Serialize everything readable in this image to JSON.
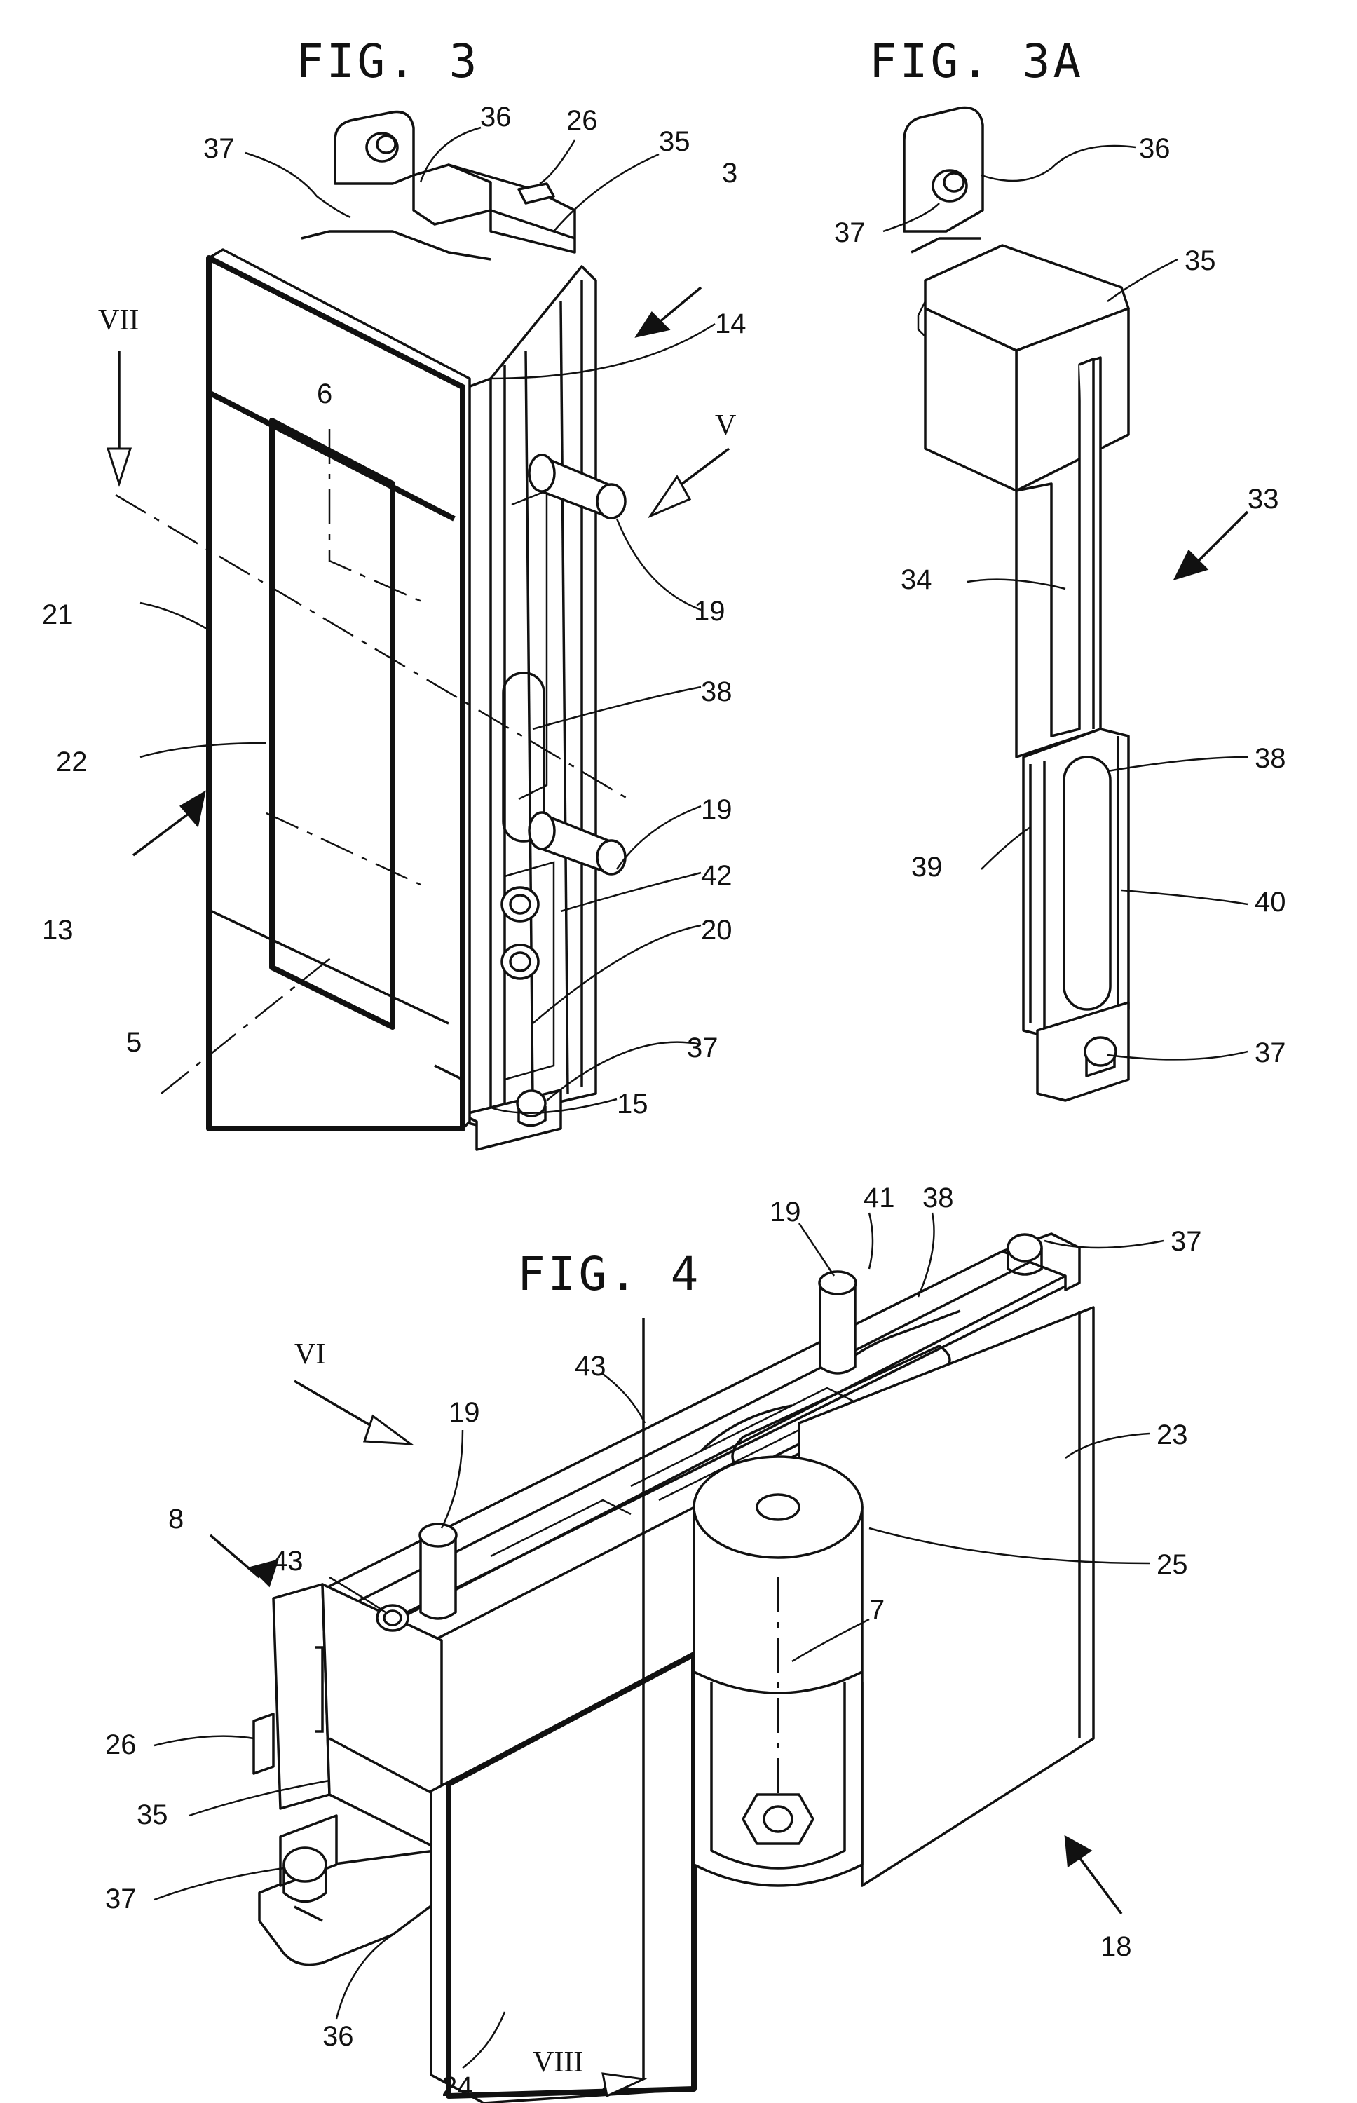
{
  "figures": {
    "fig3": {
      "title": "FIG. 3"
    },
    "fig3a": {
      "title": "FIG. 3A"
    },
    "fig4": {
      "title": "FIG. 4"
    }
  },
  "labels": {
    "fig3": {
      "r37": "37",
      "r36": "36",
      "r26": "26",
      "r35": "35",
      "r3": "3",
      "r14": "14",
      "r6": "6",
      "rV": "V",
      "r19a": "19",
      "r21": "21",
      "r38": "38",
      "r22": "22",
      "r19b": "19",
      "r42": "42",
      "r13": "13",
      "r20": "20",
      "r5": "5",
      "r37b": "37",
      "r15": "15",
      "rVII": "VII"
    },
    "fig3a": {
      "r36": "36",
      "r37": "37",
      "r35": "35",
      "r33": "33",
      "r34": "34",
      "r38": "38",
      "r39": "39",
      "r40": "40",
      "r37b": "37"
    },
    "fig4": {
      "r19a": "19",
      "r41": "41",
      "r38": "38",
      "r37": "37",
      "rVI": "VI",
      "r43a": "43",
      "r19b": "19",
      "r23": "23",
      "r8": "8",
      "r43b": "43",
      "r25": "25",
      "r7": "7",
      "r26": "26",
      "r35": "35",
      "r37b": "37",
      "r18": "18",
      "r36": "36",
      "rVIII": "VIII",
      "r24": "24"
    }
  }
}
